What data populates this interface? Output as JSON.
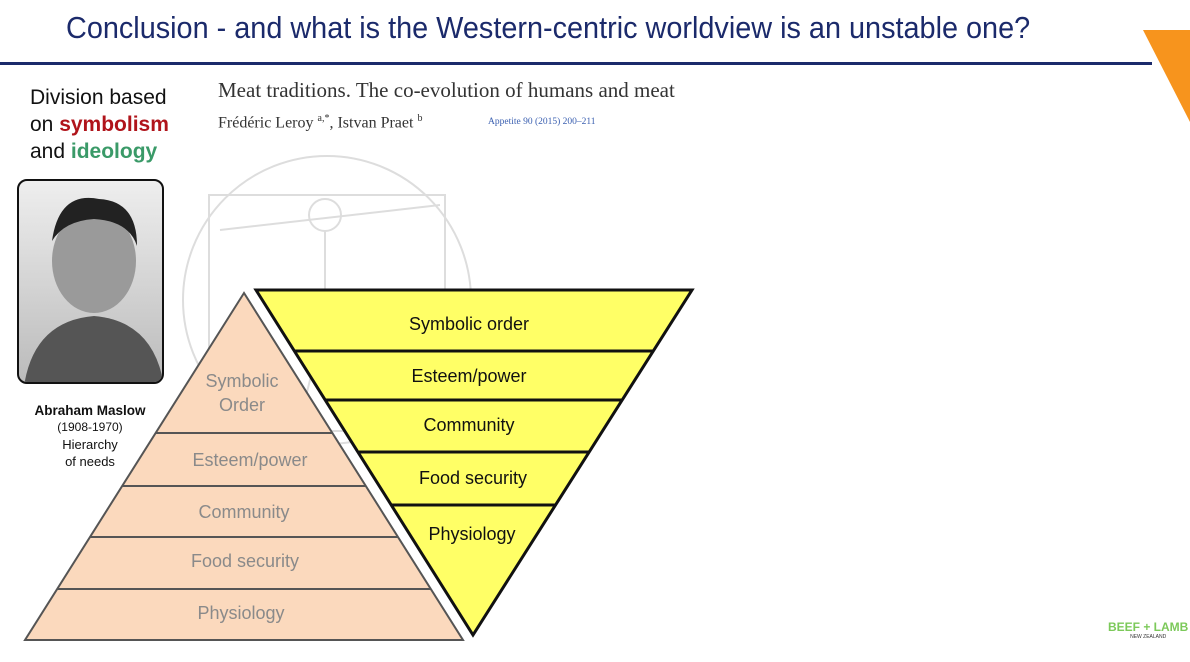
{
  "title": "Conclusion - and what is the Western-centric worldview is an unstable one?",
  "division": {
    "line1": "Division based",
    "on": "on ",
    "symbolism": "symbolism",
    "and": "and ",
    "ideology": "ideology"
  },
  "maslow": {
    "name": "Abraham Maslow",
    "dates": "(1908-1970)",
    "line1": "Hierarchy",
    "line2": "of needs"
  },
  "paper": {
    "title": "Meat traditions. The co-evolution of humans and meat",
    "author1": "Frédéric Leroy",
    "sup1": "a,*",
    "author2": ", Istvan Praet",
    "sup2": "b",
    "journal": "Appetite 90 (2015) 200–211"
  },
  "maslow_pyramid": [
    "Symbolic",
    "Order",
    "Esteem/power",
    "Community",
    "Food security",
    "Physiology"
  ],
  "inverted_pyramid": [
    "Symbolic order",
    "Esteem/power",
    "Community",
    "Food security",
    "Physiology"
  ],
  "logo": {
    "brand": "BEEF + LAMB",
    "sub": "NEW ZEALAND"
  },
  "colors": {
    "title": "#1b2a6b",
    "pyramid": "#fbd9bd",
    "inverted": "#ffff66",
    "accent": "#f7941d"
  }
}
